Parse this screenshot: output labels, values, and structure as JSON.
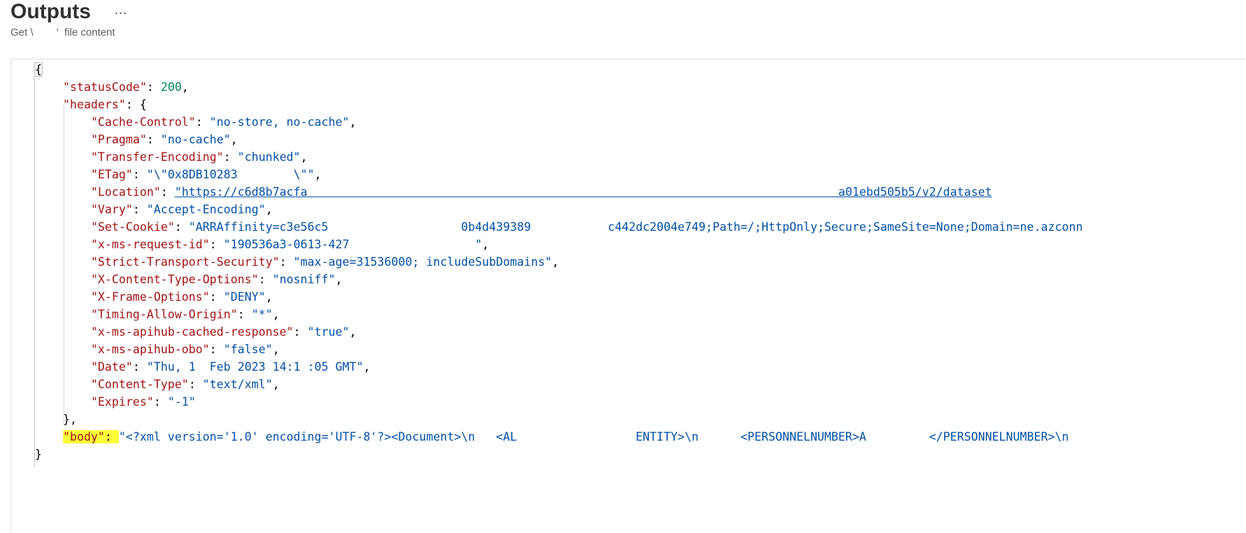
{
  "header": {
    "title": "Outputs",
    "more_label": "...",
    "subtitle": "Get \\        '  file content"
  },
  "json": {
    "open": "{",
    "close": "}",
    "statusCode": {
      "key": "\"statusCode\"",
      "value": "200"
    },
    "headers_key": "\"headers\"",
    "headers": [
      {
        "key": "\"Cache-Control\"",
        "value": "\"no-store, no-cache\""
      },
      {
        "key": "\"Pragma\"",
        "value": "\"no-cache\""
      },
      {
        "key": "\"Transfer-Encoding\"",
        "value": "\"chunked\""
      },
      {
        "key": "\"ETag\"",
        "value": "\"\\\"0x8DB10283        \\\"\""
      },
      {
        "key": "\"Location\"",
        "value": "\"https://c6d8b7acfa                                                                            a01ebd505b5/v2/dataset"
      },
      {
        "key": "\"Vary\"",
        "value": "\"Accept-Encoding\""
      },
      {
        "key": "\"Set-Cookie\"",
        "value": "\"ARRAffinity=c3e56c5                   0b4d439389           c442dc2004e749;Path=/;HttpOnly;Secure;SameSite=None;Domain=ne.azconn"
      },
      {
        "key": "\"x-ms-request-id\"",
        "value": "\"190536a3-0613-427                  \""
      },
      {
        "key": "\"Strict-Transport-Security\"",
        "value": "\"max-age=31536000; includeSubDomains\""
      },
      {
        "key": "\"X-Content-Type-Options\"",
        "value": "\"nosniff\""
      },
      {
        "key": "\"X-Frame-Options\"",
        "value": "\"DENY\""
      },
      {
        "key": "\"Timing-Allow-Origin\"",
        "value": "\"*\""
      },
      {
        "key": "\"x-ms-apihub-cached-response\"",
        "value": "\"true\""
      },
      {
        "key": "\"x-ms-apihub-obo\"",
        "value": "\"false\""
      },
      {
        "key": "\"Date\"",
        "value": "\"Thu, 1  Feb 2023 14:1 :05 GMT\""
      },
      {
        "key": "\"Content-Type\"",
        "value": "\"text/xml\""
      },
      {
        "key": "\"Expires\"",
        "value": "\"-1\""
      }
    ],
    "body": {
      "key": "\"body\"",
      "value": "\"<?xml version='1.0' encoding='UTF-8'?><Document>\\n   <AL                 ENTITY>\\n      <PERSONNELNUMBER>A         </PERSONNELNUMBER>\\n"
    }
  },
  "colors": {
    "key": "#a31515",
    "string": "#0451a5",
    "number": "#098658",
    "highlight": "#ffff3a"
  }
}
